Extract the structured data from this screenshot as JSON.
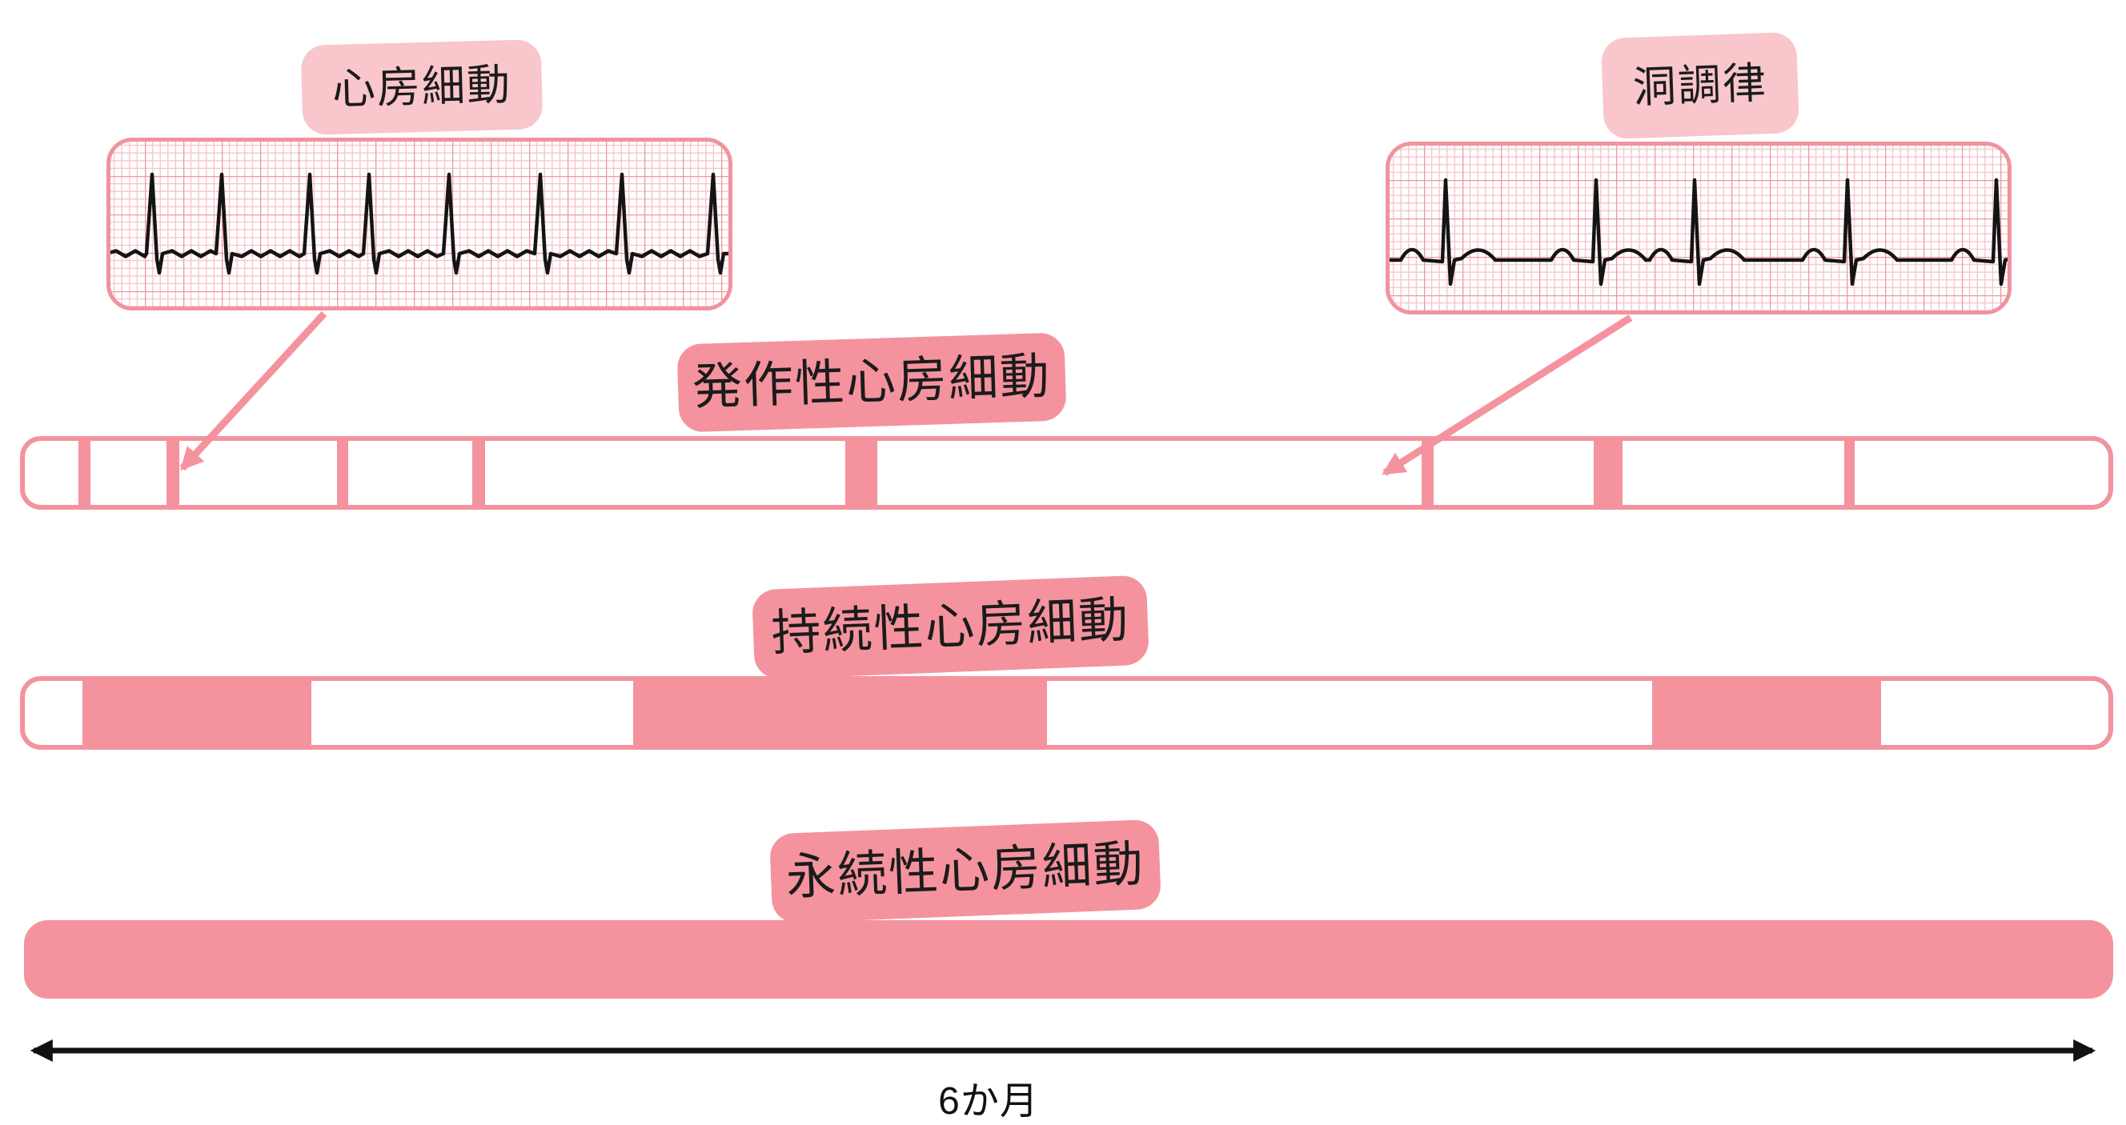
{
  "palette": {
    "salmon": "#f4939e",
    "light_pink": "#f8c6cb",
    "grid_minor": "#f7c6cb",
    "grid_major": "#f097a1",
    "trace_black": "#141414",
    "axis_black": "#111111",
    "background": "#ffffff"
  },
  "callouts": {
    "af": {
      "label": "心房細動"
    },
    "sinus": {
      "label": "洞調律"
    }
  },
  "rows": [
    {
      "id": "paroxysmal",
      "label": "発作性心房細動",
      "fill": "striped",
      "segments": [
        {
          "start": 2.56,
          "width": 0.58
        },
        {
          "start": 6.81,
          "width": 0.61
        },
        {
          "start": 14.99,
          "width": 0.54
        },
        {
          "start": 21.49,
          "width": 0.61
        },
        {
          "start": 39.39,
          "width": 1.53
        },
        {
          "start": 67.04,
          "width": 0.57
        },
        {
          "start": 75.3,
          "width": 1.38
        },
        {
          "start": 87.34,
          "width": 0.5
        }
      ]
    },
    {
      "id": "persistent",
      "label": "持続性心房細動",
      "fill": "blocks",
      "segments": [
        {
          "start": 2.75,
          "width": 11.02
        },
        {
          "start": 29.18,
          "width": 19.88
        },
        {
          "start": 78.09,
          "width": 11.01
        }
      ]
    },
    {
      "id": "permanent",
      "label": "永続性心房細動",
      "fill": "solid",
      "segments": [
        {
          "start": 0,
          "width": 100
        }
      ]
    }
  ],
  "axis": {
    "label": "6か月"
  }
}
